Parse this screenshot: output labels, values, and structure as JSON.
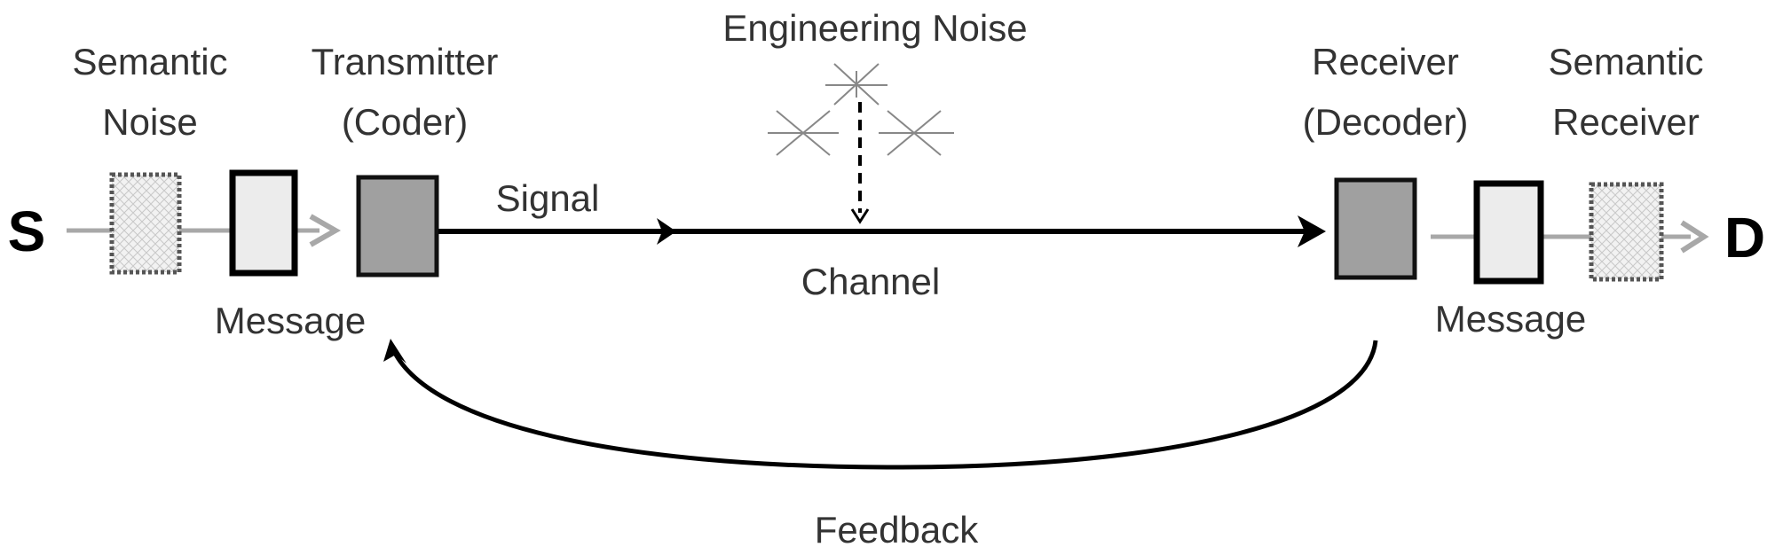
{
  "source": "S",
  "destination": "D",
  "labels": {
    "semantic_noise": [
      "Semantic",
      "Noise"
    ],
    "transmitter": [
      "Transmitter",
      "(Coder)"
    ],
    "engineering_noise": "Engineering Noise",
    "signal": "Signal",
    "channel": "Channel",
    "message_left": "Message",
    "receiver": [
      "Receiver",
      "(Decoder)"
    ],
    "semantic_receiver": [
      "Semantic",
      "Receiver"
    ],
    "message_right": "Message",
    "feedback": "Feedback"
  },
  "colors": {
    "coder_fill": "#a0a0a0",
    "message_fill": "#ececec",
    "noise_fill": "#f2f2f2",
    "gray_line": "#a8a8a8",
    "main_line": "#000000"
  }
}
